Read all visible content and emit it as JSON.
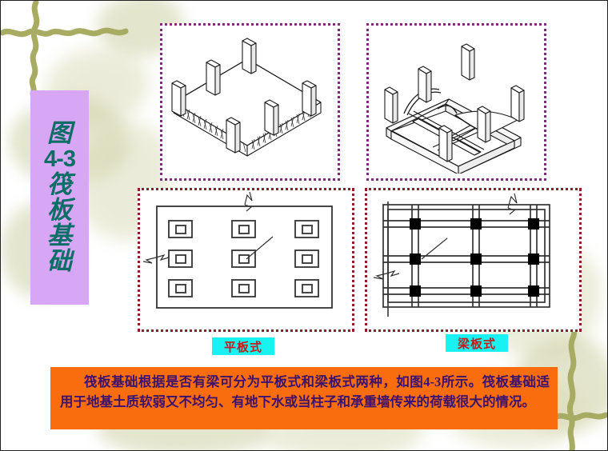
{
  "slide": {
    "figure_title": {
      "line1": "图",
      "line2": "4-3",
      "line3": "筏",
      "line4": "板",
      "line5": "基",
      "line6": "础",
      "panel_color": "#d7a6f5",
      "text_color": "#0d6e66"
    },
    "panels": [
      {
        "id": "flat-slab-iso",
        "name": "平板式筏板基础立体图",
        "border_color": "#7b2d7b",
        "description": "平板式筏板基础轴测图：整块平板上立有6根柱子",
        "column_count": 6
      },
      {
        "id": "beam-slab-iso",
        "name": "梁板式筏板基础立体图",
        "border_color": "#7b2d7b",
        "description": "梁板式筏板基础轴测图：底板上设纵横地梁，梁上立柱",
        "column_count": 6
      },
      {
        "id": "flat-slab-plan",
        "name": "平板式筏板基础平面图",
        "border_color": "#8f1d28",
        "description": "平板式平面图：3×3 柱帽方格",
        "grid_rows": 3,
        "grid_cols": 3
      },
      {
        "id": "beam-slab-plan",
        "name": "梁板式筏板基础平面图",
        "border_color": "#8f1d28",
        "description": "梁板式平面图：纵横地梁网格与黑色方柱",
        "grid_rows": 3,
        "grid_cols": 3
      }
    ],
    "captions": [
      {
        "label": "平板式",
        "bg": "#19f2f2",
        "color": "#d01616"
      },
      {
        "label": "梁板式",
        "bg": "#19f2f2",
        "color": "#d01616"
      }
    ],
    "body_text": {
      "paragraph": "筏板基础根据是否有梁可分为平板式和梁板式两种，如图4-3所示。筏板基础适用于地基土质软弱又不均匀、有地下水或当柱子和承重墙传来的荷载很大的情况。",
      "bg": "#f96d0e",
      "color": "#3b1270"
    },
    "decoration": {
      "brush_color": "#a8ab62",
      "leaf_color": "#cfd0a6"
    }
  }
}
